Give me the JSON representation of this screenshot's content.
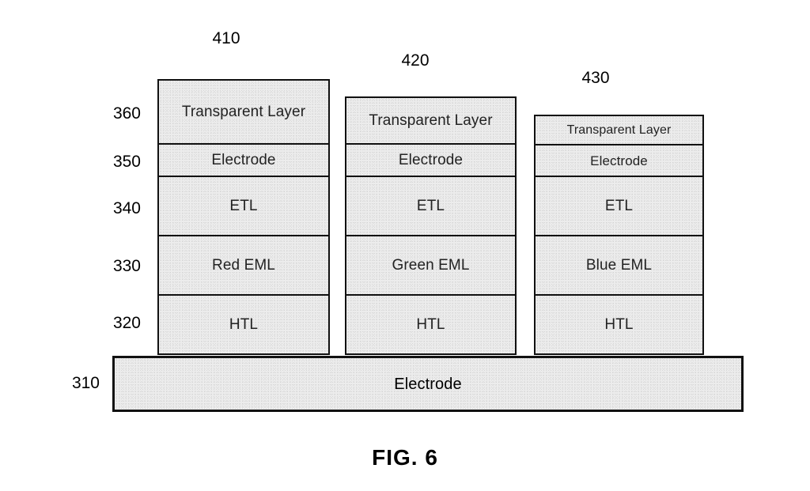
{
  "figure": {
    "caption": "FIG. 6",
    "top_refs": [
      {
        "id": "410",
        "label": "410"
      },
      {
        "id": "420",
        "label": "420"
      },
      {
        "id": "430",
        "label": "430"
      }
    ],
    "side_refs": [
      {
        "id": "360",
        "label": "360"
      },
      {
        "id": "350",
        "label": "350"
      },
      {
        "id": "340",
        "label": "340"
      },
      {
        "id": "330",
        "label": "330"
      },
      {
        "id": "320",
        "label": "320"
      },
      {
        "id": "310",
        "label": "310"
      }
    ],
    "stacks": [
      {
        "ref": "410",
        "layers": [
          {
            "ref": "360",
            "label": "Transparent Layer"
          },
          {
            "ref": "350",
            "label": "Electrode"
          },
          {
            "ref": "340",
            "label": "ETL"
          },
          {
            "ref": "330",
            "label": "Red EML"
          },
          {
            "ref": "320",
            "label": "HTL"
          }
        ]
      },
      {
        "ref": "420",
        "layers": [
          {
            "ref": "360",
            "label": "Transparent Layer"
          },
          {
            "ref": "350",
            "label": "Electrode"
          },
          {
            "ref": "340",
            "label": "ETL"
          },
          {
            "ref": "330",
            "label": "Green EML"
          },
          {
            "ref": "320",
            "label": "HTL"
          }
        ]
      },
      {
        "ref": "430",
        "layers": [
          {
            "ref": "360",
            "label": "Transparent Layer"
          },
          {
            "ref": "350",
            "label": "Electrode"
          },
          {
            "ref": "340",
            "label": "ETL"
          },
          {
            "ref": "330",
            "label": "Blue EML"
          },
          {
            "ref": "320",
            "label": "HTL"
          }
        ]
      }
    ],
    "bottom_electrode": {
      "ref": "310",
      "label": "Electrode"
    },
    "colors": {
      "line": "#111111",
      "fill": "#ececec",
      "text": "#222222",
      "background": "#ffffff"
    }
  }
}
